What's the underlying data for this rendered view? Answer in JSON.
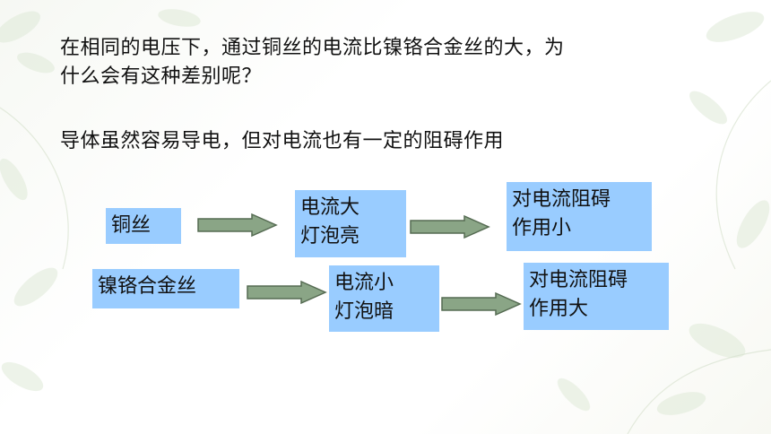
{
  "question": {
    "line1": "在相同的电压下，通过铜丝的电流比镍铬合金丝的大，为",
    "line2": "什么会有这种差别呢？"
  },
  "statement": "导体虽然容易导电，但对电流也有一定的阻碍作用",
  "diagram": {
    "row1": {
      "material": "铜丝",
      "result_lines": [
        "电流大",
        "灯泡亮"
      ],
      "conclusion_lines": [
        "对电流阻碍",
        "作用小"
      ]
    },
    "row2": {
      "material": "镍铬合金丝",
      "result_lines": [
        "电流小",
        "灯泡暗"
      ],
      "conclusion_lines": [
        "对电流阻碍",
        "作用大"
      ]
    }
  },
  "colors": {
    "box_fill": "#99ccff",
    "arrow_fill": "#8aa586",
    "arrow_stroke": "#556b52"
  }
}
